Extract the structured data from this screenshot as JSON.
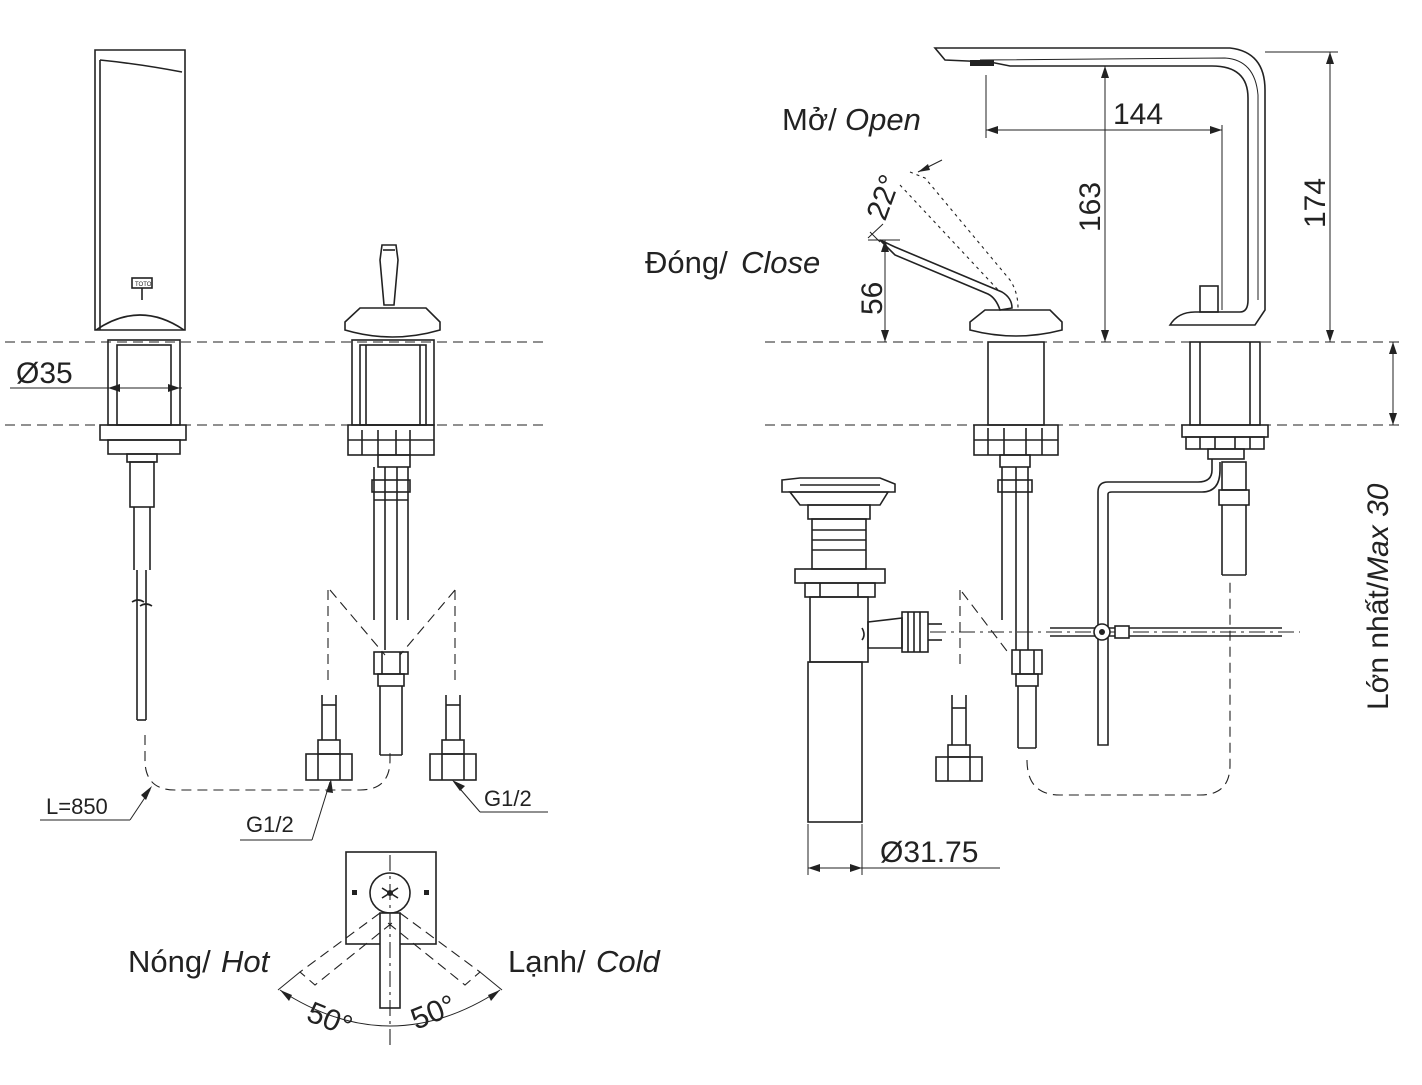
{
  "labels": {
    "open": "Mở/",
    "open_en": "Open",
    "close": "Đóng/",
    "close_en": "Close",
    "hot": "Nóng/",
    "hot_en": "Hot",
    "cold": "Lạnh/",
    "cold_en": "Cold",
    "max_vn": "Lớn nhất/",
    "max_en": "Max 30"
  },
  "dimensions": {
    "pipe_diameter": "Ø35",
    "hose_length": "L=850",
    "thread_hot": "G1/2",
    "thread_cold": "G1/2",
    "drain_diameter": "Ø31.75",
    "spout_reach": "144",
    "spout_height": "163",
    "total_height": "174",
    "lever_angle": "22°",
    "lever_height": "56",
    "hot_angle": "50°",
    "cold_angle": "50°"
  },
  "brand_mark": "TOTO"
}
